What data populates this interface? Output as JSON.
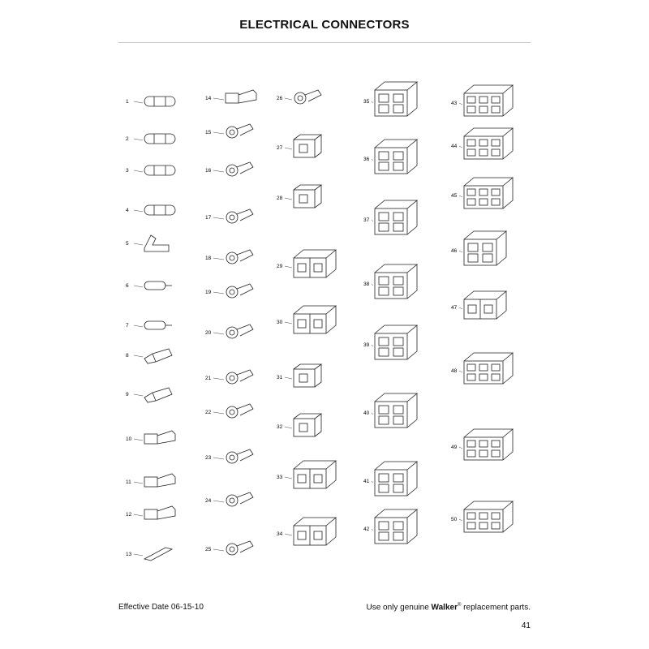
{
  "title": "ELECTRICAL CONNECTORS",
  "parts": [
    {
      "num": "1",
      "kind": "tube"
    },
    {
      "num": "2",
      "kind": "tube"
    },
    {
      "num": "3",
      "kind": "tube"
    },
    {
      "num": "4",
      "kind": "tube"
    },
    {
      "num": "5",
      "kind": "flag"
    },
    {
      "num": "6",
      "kind": "pin"
    },
    {
      "num": "7",
      "kind": "pin"
    },
    {
      "num": "8",
      "kind": "clip"
    },
    {
      "num": "9",
      "kind": "clip"
    },
    {
      "num": "10",
      "kind": "spade"
    },
    {
      "num": "11",
      "kind": "spade"
    },
    {
      "num": "12",
      "kind": "spade"
    },
    {
      "num": "13",
      "kind": "blade"
    },
    {
      "num": "14",
      "kind": "spade"
    },
    {
      "num": "15",
      "kind": "ring"
    },
    {
      "num": "16",
      "kind": "ring"
    },
    {
      "num": "17",
      "kind": "ring"
    },
    {
      "num": "18",
      "kind": "ring"
    },
    {
      "num": "19",
      "kind": "ring"
    },
    {
      "num": "20",
      "kind": "ring"
    },
    {
      "num": "21",
      "kind": "ring"
    },
    {
      "num": "22",
      "kind": "ring"
    },
    {
      "num": "23",
      "kind": "ring"
    },
    {
      "num": "24",
      "kind": "ring"
    },
    {
      "num": "25",
      "kind": "ring"
    },
    {
      "num": "26",
      "kind": "ring"
    },
    {
      "num": "27",
      "kind": "housing1"
    },
    {
      "num": "28",
      "kind": "housing1"
    },
    {
      "num": "29",
      "kind": "housing2"
    },
    {
      "num": "30",
      "kind": "housing2"
    },
    {
      "num": "31",
      "kind": "housing1"
    },
    {
      "num": "32",
      "kind": "housing1"
    },
    {
      "num": "33",
      "kind": "housing2"
    },
    {
      "num": "34",
      "kind": "housing2"
    },
    {
      "num": "35",
      "kind": "housing4"
    },
    {
      "num": "36",
      "kind": "housing4"
    },
    {
      "num": "37",
      "kind": "housing4"
    },
    {
      "num": "38",
      "kind": "housing4"
    },
    {
      "num": "39",
      "kind": "housing4"
    },
    {
      "num": "40",
      "kind": "housing4"
    },
    {
      "num": "41",
      "kind": "housing4"
    },
    {
      "num": "42",
      "kind": "housing4"
    },
    {
      "num": "43",
      "kind": "housing6"
    },
    {
      "num": "44",
      "kind": "housing6"
    },
    {
      "num": "45",
      "kind": "housing6"
    },
    {
      "num": "46",
      "kind": "housing4"
    },
    {
      "num": "47",
      "kind": "housing2"
    },
    {
      "num": "48",
      "kind": "housing6"
    },
    {
      "num": "49",
      "kind": "housing6"
    },
    {
      "num": "50",
      "kind": "housing6"
    }
  ],
  "footer": {
    "effective_date": "Effective Date 06-15-10",
    "note_prefix": "Use only genuine",
    "brand": "Walker",
    "trademark": "®",
    "note_suffix": "replacement parts.",
    "page_number": "41"
  }
}
